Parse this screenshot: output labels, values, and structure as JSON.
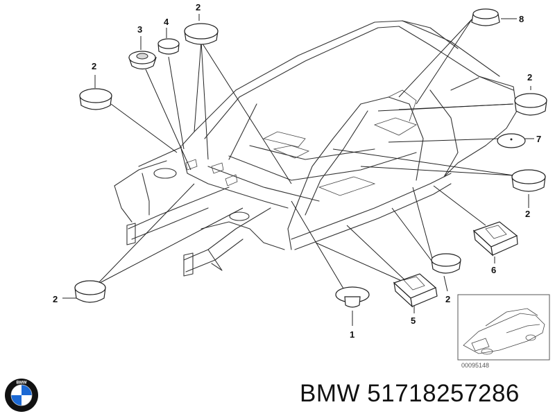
{
  "callouts": [
    {
      "id": "c1",
      "text": "1"
    },
    {
      "id": "c2a",
      "text": "2"
    },
    {
      "id": "c2b",
      "text": "2"
    },
    {
      "id": "c2c",
      "text": "2"
    },
    {
      "id": "c2d",
      "text": "2"
    },
    {
      "id": "c2e",
      "text": "2"
    },
    {
      "id": "c2f",
      "text": "2"
    },
    {
      "id": "c3",
      "text": "3"
    },
    {
      "id": "c4",
      "text": "4"
    },
    {
      "id": "c5",
      "text": "5"
    },
    {
      "id": "c6",
      "text": "6"
    },
    {
      "id": "c7",
      "text": "7"
    },
    {
      "id": "c8",
      "text": "8"
    }
  ],
  "inset": {
    "code": "00095148"
  },
  "footer": {
    "part_number": "BMW 51718257286"
  },
  "logo": {
    "text": "BMW",
    "icon": "bmw-roundel-icon",
    "colors": {
      "blue": "#1c69d4",
      "white": "#ffffff",
      "black": "#111111"
    }
  }
}
